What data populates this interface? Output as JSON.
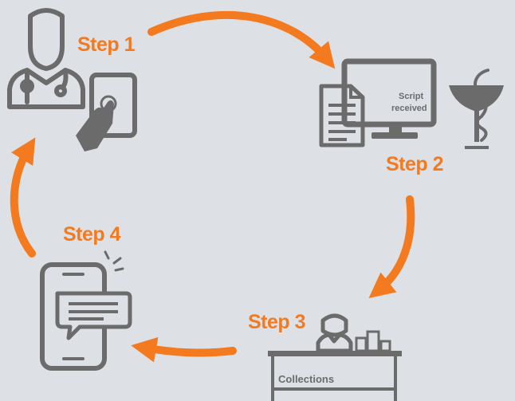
{
  "colors": {
    "background": "#dde1e6",
    "accent": "#f47a20",
    "icon": "#6b6b6b"
  },
  "steps": [
    {
      "label": "Step 1",
      "icons": [
        "doctor-icon",
        "tablet-icon",
        "pointing-hand-icon"
      ]
    },
    {
      "label": "Step 2",
      "icons": [
        "document-icon",
        "computer-monitor-icon",
        "pharmacy-bowl-of-hygieia-icon"
      ],
      "monitor_text_line1": "Script",
      "monitor_text_line2": "received"
    },
    {
      "label": "Step 3",
      "icons": [
        "pharmacist-icon",
        "medicine-bottles-icon",
        "counter-icon"
      ],
      "counter_text": "Collections"
    },
    {
      "label": "Step 4",
      "icons": [
        "smartphone-icon",
        "message-bubble-icon",
        "notification-icon"
      ]
    }
  ]
}
